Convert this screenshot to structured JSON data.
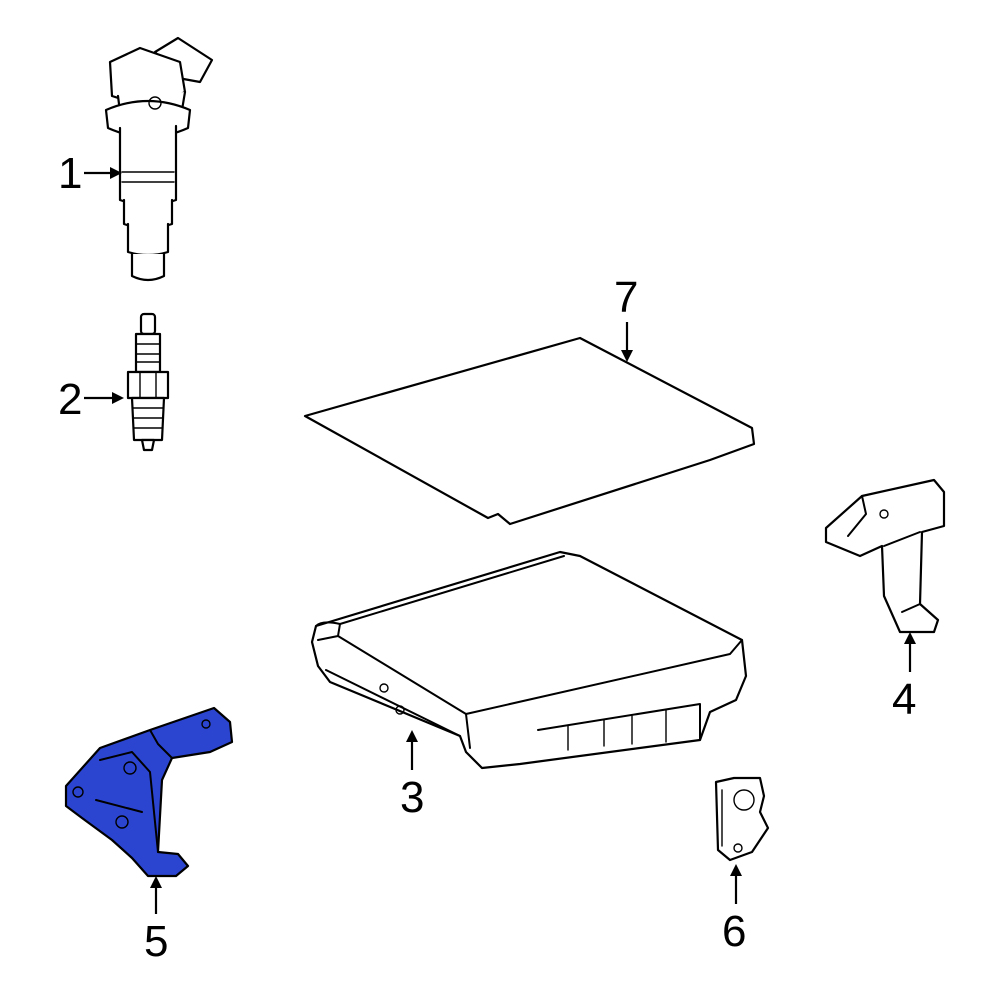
{
  "colors": {
    "highlight": "#2b45d1",
    "line": "#000000",
    "background": "#ffffff"
  },
  "callouts": {
    "c1": "1",
    "c2": "2",
    "c3": "3",
    "c4": "4",
    "c5": "5",
    "c6": "6",
    "c7": "7"
  },
  "highlighted_part": "5"
}
